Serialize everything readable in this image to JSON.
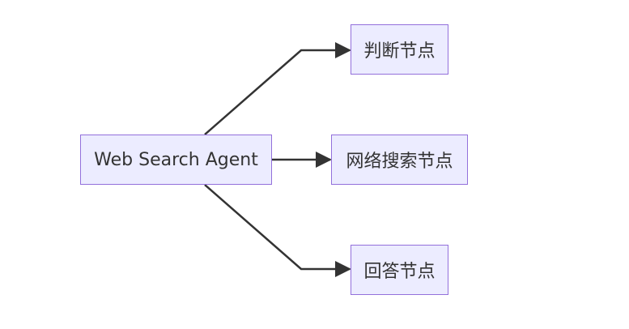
{
  "diagram": {
    "type": "flowchart",
    "direction": "left-to-right",
    "colors": {
      "node_fill": "#ececff",
      "node_border": "#9370db",
      "text": "#333333",
      "edge": "#333333"
    },
    "nodes": {
      "source": {
        "label": "Web Search Agent"
      },
      "judge": {
        "label": "判断节点"
      },
      "search": {
        "label": "网络搜索节点"
      },
      "answer": {
        "label": "回答节点"
      }
    },
    "edges": [
      {
        "from": "source",
        "to": "judge"
      },
      {
        "from": "source",
        "to": "search"
      },
      {
        "from": "source",
        "to": "answer"
      }
    ]
  }
}
